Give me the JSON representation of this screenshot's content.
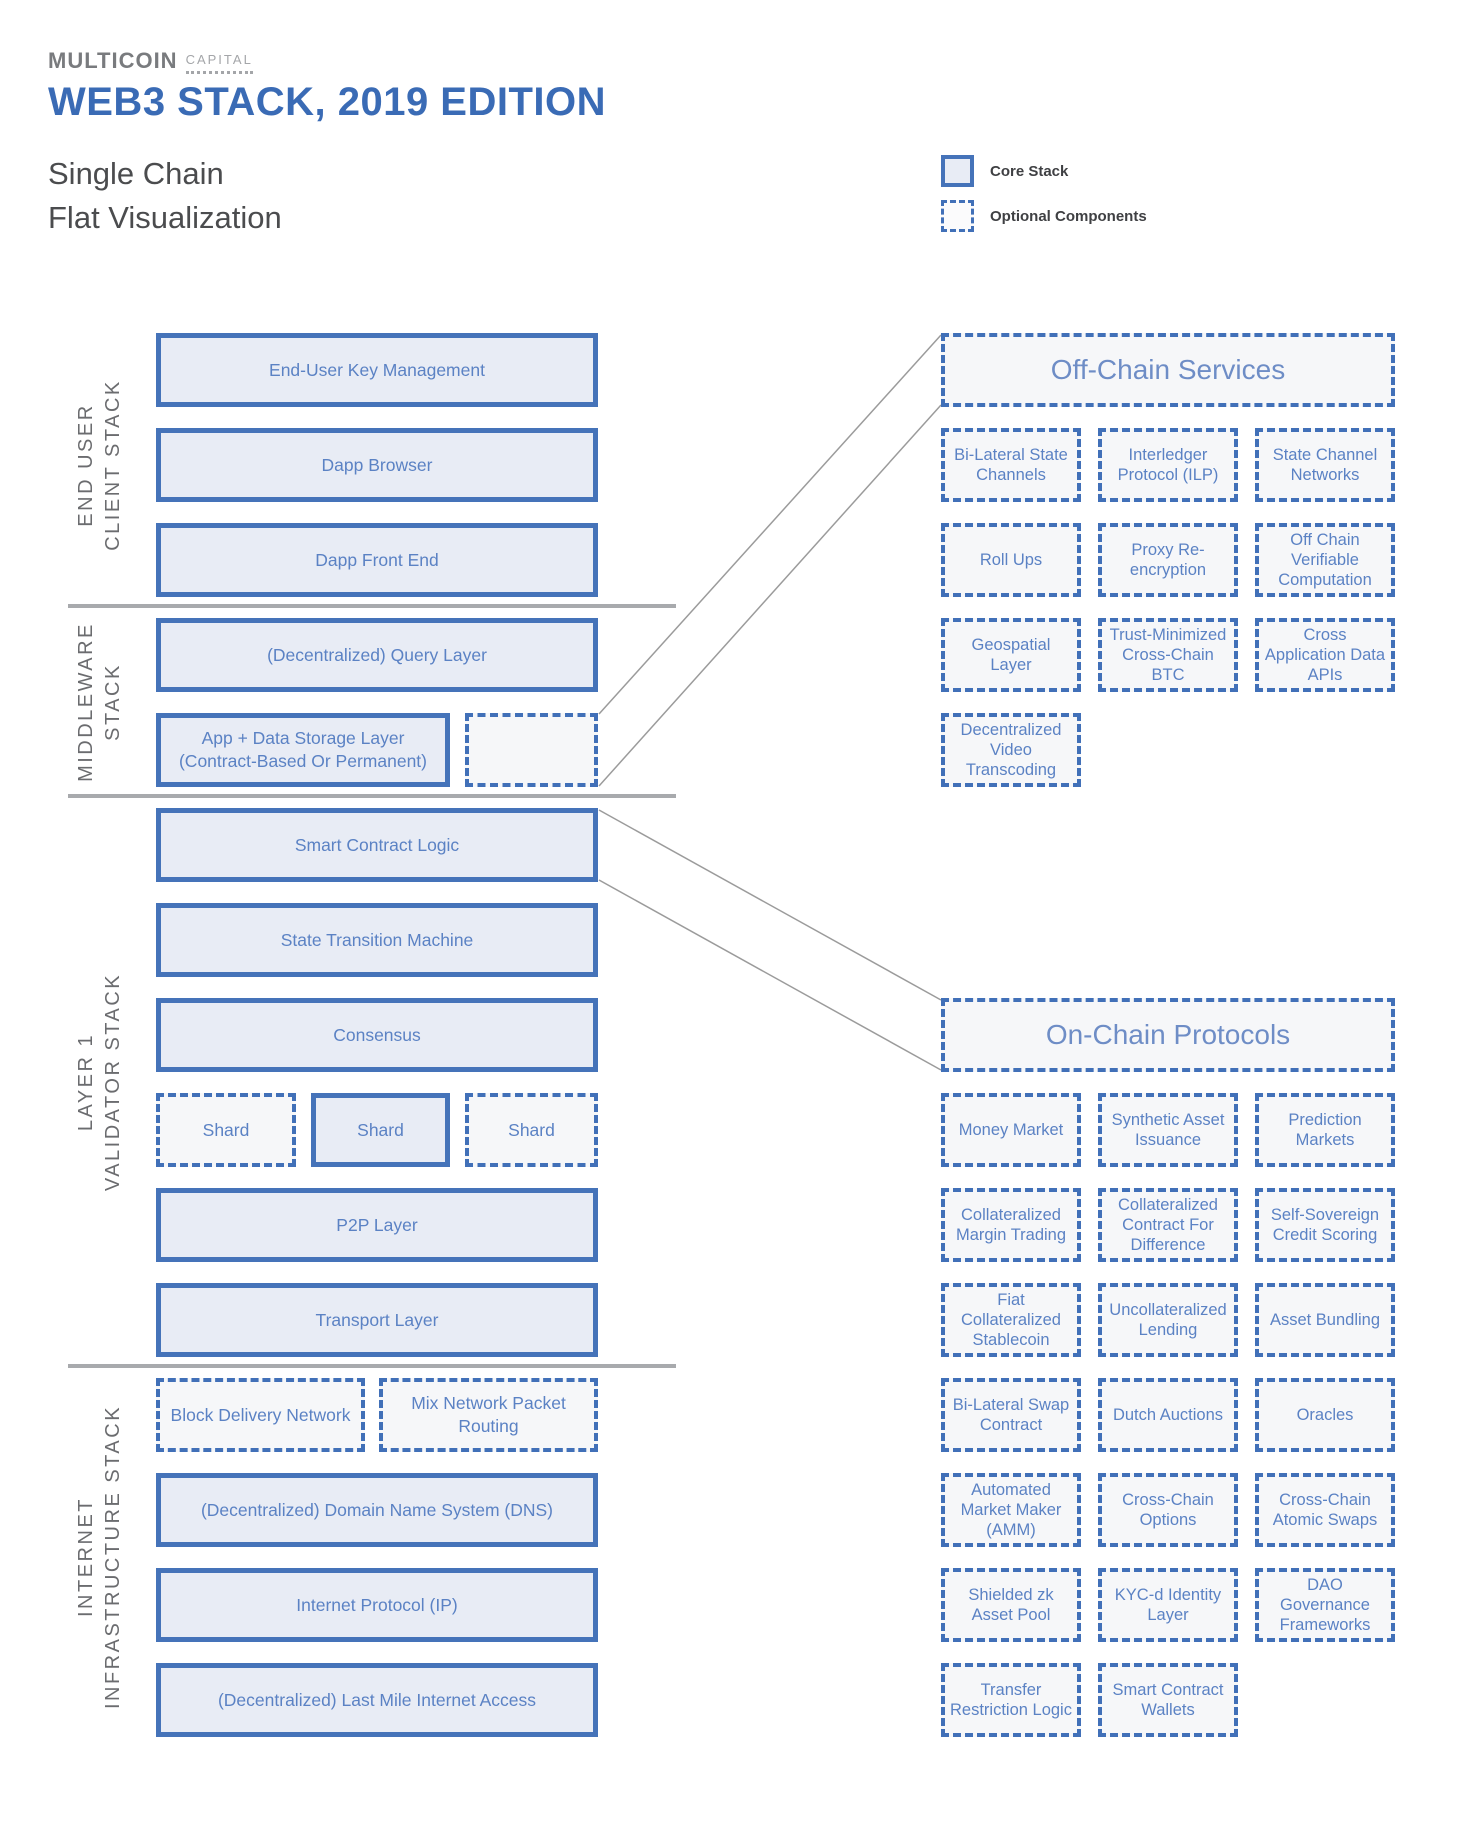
{
  "header": {
    "logo_primary": "MULTICOIN",
    "logo_secondary": "CAPITAL",
    "title": "WEB3 STACK, 2019 EDITION",
    "subtitle_line1": "Single Chain",
    "subtitle_line2": "Flat Visualization"
  },
  "legend": {
    "core_label": "Core Stack",
    "optional_label": "Optional Components"
  },
  "section_labels": {
    "end_user": {
      "line1": "END USER",
      "line2": "CLIENT STACK"
    },
    "middleware": {
      "line1": "MIDDLEWARE",
      "line2": "STACK"
    },
    "layer1": {
      "line1": "LAYER 1",
      "line2": "VALIDATOR STACK"
    },
    "internet": {
      "line1": "INTERNET",
      "line2": "INFRASTRUCTURE STACK"
    }
  },
  "stack": {
    "end_user_key_management": "End-User Key Management",
    "dapp_browser": "Dapp Browser",
    "dapp_front_end": "Dapp Front End",
    "query_layer": "(Decentralized) Query Layer",
    "app_data_storage_layer": "App + Data Storage Layer (Contract-Based Or Permanent)",
    "smart_contract_logic": "Smart Contract Logic",
    "state_transition_machine": "State Transition Machine",
    "consensus": "Consensus",
    "shard": "Shard",
    "p2p_layer": "P2P Layer",
    "transport_layer": "Transport Layer",
    "block_delivery_network": "Block Delivery Network",
    "mix_network_packet_routing": "Mix Network Packet Routing",
    "domain_name_system": "(Decentralized) Domain Name System (DNS)",
    "internet_protocol": "Internet Protocol (IP)",
    "last_mile_internet_access": "(Decentralized) Last Mile Internet Access"
  },
  "offchain": {
    "title": "Off-Chain Services",
    "items": [
      "Bi-Lateral State Channels",
      "Interledger Protocol (ILP)",
      "State Channel Networks",
      "Roll Ups",
      "Proxy Re-encryption",
      "Off Chain Verifiable Computation",
      "Geospatial Layer",
      "Trust-Minimized Cross-Chain BTC",
      "Cross Application Data APIs",
      "Decentralized Video Transcoding"
    ]
  },
  "onchain": {
    "title": "On-Chain Protocols",
    "items": [
      "Money Market",
      "Synthetic Asset Issuance",
      "Prediction Markets",
      "Collateralized Margin Trading",
      "Collateralized Contract For Difference",
      "Self-Sovereign Credit Scoring",
      "Fiat Collateralized Stablecoin",
      "Uncollateralized Lending",
      "Asset Bundling",
      "Bi-Lateral Swap Contract",
      "Dutch Auctions",
      "Oracles",
      "Automated Market Maker (AMM)",
      "Cross-Chain Options",
      "Cross-Chain Atomic Swaps",
      "Shielded zk Asset Pool",
      "KYC-d Identity Layer",
      "DAO Governance Frameworks",
      "Transfer Restriction Logic",
      "Smart Contract Wallets"
    ]
  },
  "colors": {
    "core_border": "#4573b9",
    "core_fill": "#e8ecf5",
    "optional_border": "#4170b8",
    "optional_fill": "#f6f7f9",
    "box_text": "#5b82c4",
    "title_text": "#3a6bb5",
    "section_label_text": "#6b6c6f",
    "divider": "#a8aaad",
    "connector": "#9b9b9b"
  }
}
